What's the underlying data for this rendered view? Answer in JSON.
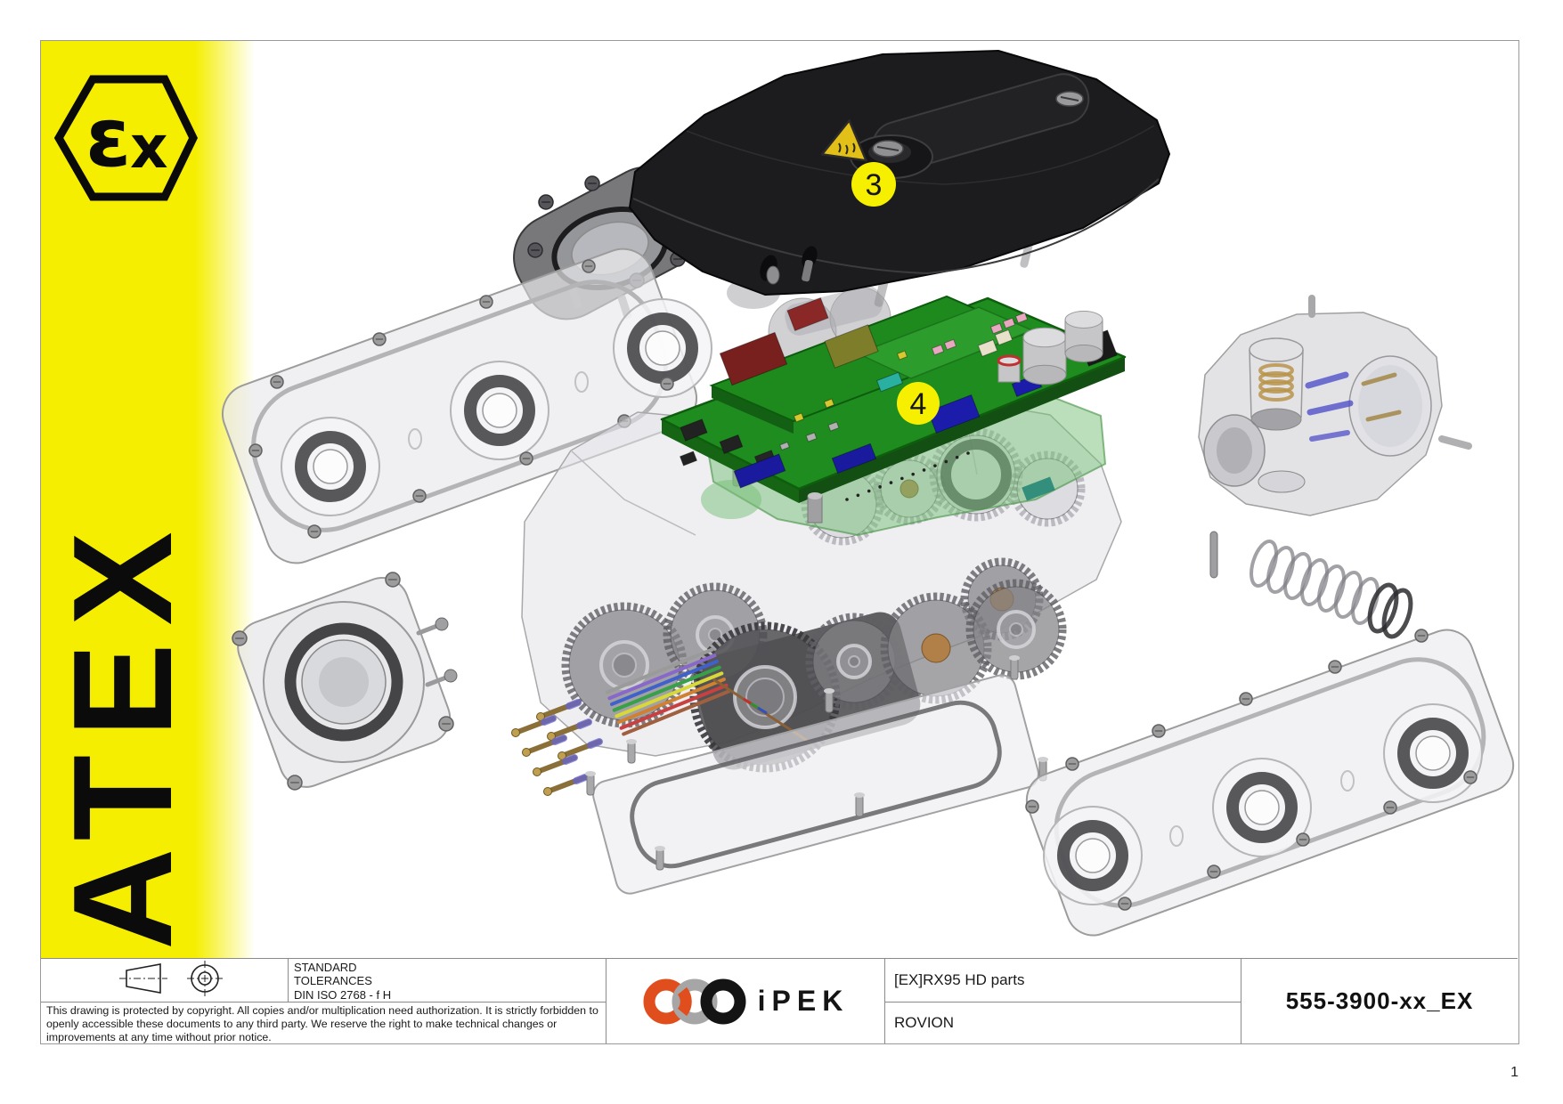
{
  "page": {
    "number": "1"
  },
  "atex": {
    "band_label": "ATEX",
    "ex_epsilon": "ε",
    "ex_x": "x"
  },
  "colors": {
    "band_yellow": "#f5ee00",
    "balloon_yellow": "#f7ef00",
    "warning_yellow": "#e2c017",
    "pcb_green": "#1f8c1f",
    "ghost_tray_green": "#76c076",
    "cover_black": "#1c1c1e",
    "logo_orange": "#e04e1e",
    "logo_gray": "#a6a6a6",
    "logo_black": "#141414"
  },
  "drawing": {
    "balloons": [
      {
        "label": "3"
      },
      {
        "label": "4"
      }
    ]
  },
  "title_block": {
    "tolerances": {
      "line1": "STANDARD",
      "line2": "TOLERANCES",
      "line3": "DIN ISO 2768 - f H"
    },
    "copyright": "This drawing is protected by copyright. All copies and/or multiplication need authorization. It is strictly forbidden to openly accessible these documents to any third party. We reserve the right to make technical changes or improvements at any time without prior notice.",
    "brand": {
      "logo_text": "iPEK"
    },
    "product": {
      "title": "[EX]RX95 HD parts",
      "line": "ROVION"
    },
    "drawing_number": "555-3900-xx_EX"
  }
}
